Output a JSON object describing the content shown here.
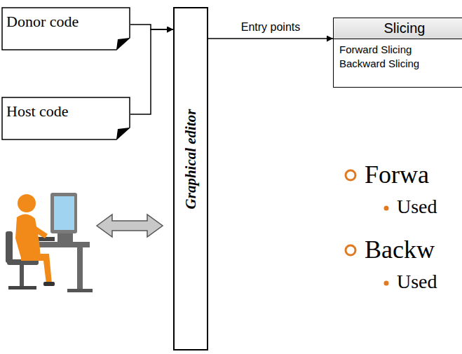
{
  "diagram": {
    "nodes": [
      {
        "text": [
          "Donor code"
        ]
      },
      {
        "text": [
          "Host code"
        ]
      },
      {
        "text": [
          "Graphical editor"
        ]
      },
      {
        "text": [
          "Slicing",
          "Forward Slicing",
          "Backward Slicing"
        ]
      }
    ],
    "edges": [
      {
        "from": 0,
        "to": 2,
        "arrow": "to"
      },
      {
        "from": 1,
        "to": 2,
        "arrow": "to"
      },
      {
        "from": 2,
        "to": 3,
        "label": "Entry points",
        "arrow": "to"
      }
    ],
    "labels": [
      "Forwa",
      "Used",
      "Backw",
      "Used"
    ]
  }
}
